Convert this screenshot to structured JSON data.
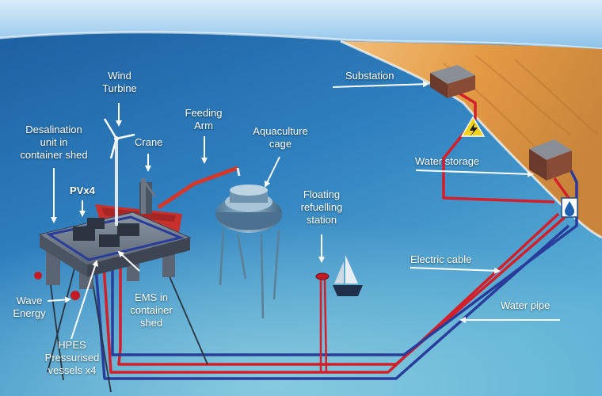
{
  "labels": {
    "wind_turbine": [
      "Wind",
      "Turbine"
    ],
    "feeding_arm": [
      "Feeding",
      "Arm"
    ],
    "crane": "Crane",
    "desalination": [
      "Desalination",
      "unit in",
      "container shed"
    ],
    "pv": "PVx4",
    "aquaculture": [
      "Aquaculture",
      "cage"
    ],
    "refuelling": [
      "Floating",
      "refuelling",
      "station"
    ],
    "substation": "Substation",
    "water_storage": "Water storage",
    "electric_cable": "Electric cable",
    "water_pipe": "Water pipe",
    "wave_energy": [
      "Wave",
      "Energy"
    ],
    "ems": [
      "EMS in",
      "container",
      "shed"
    ],
    "hpes": [
      "HPES",
      "Pressurised",
      "vessels x4"
    ]
  },
  "icons": {
    "electricity": "high-voltage-icon",
    "water": "water-drop-icon"
  },
  "colors": {
    "sea_deep": "#1d5fa0",
    "sea_shallow": "#4a9fcf",
    "beach": "#e8a24a",
    "electric_cable": "#d21f2a",
    "water_pipe": "#2a3c9a",
    "label_text": "#ffffff"
  }
}
